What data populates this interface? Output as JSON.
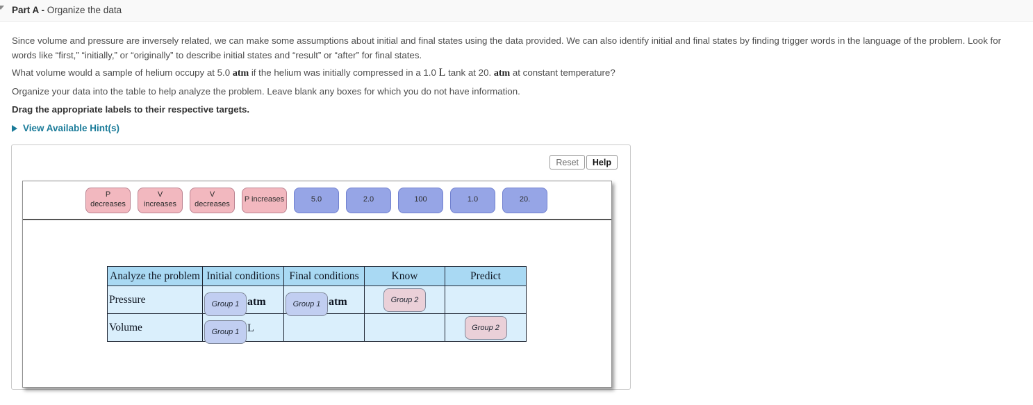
{
  "header": {
    "part_label": "Part A - ",
    "part_title": "Organize the data"
  },
  "intro": {
    "paragraph1": "Since volume and pressure are inversely related, we can make some assumptions about initial and final states using the data provided. We can also identify initial and final states by finding trigger words in the language of the problem.  Look for words like “first,” “initially,” or “originally” to describe initial states and “result” or “after” for final states.",
    "paragraph2": "Organize your data into the table to help analyze the problem. Leave blank any boxes for which you do not have information.",
    "drag_instruction": "Drag the appropriate labels to their respective targets."
  },
  "question": {
    "seg0": "What volume would a sample of helium occupy at 5.0 ",
    "unit1": "atm",
    "seg1": " if the helium was initially compressed in a 1.0 ",
    "unit2": "L",
    "seg2": " tank at 20. ",
    "unit3": "atm",
    "seg3": " at constant temperature?"
  },
  "hint": {
    "label": "View Available Hint(s)"
  },
  "activity": {
    "reset_label": "Reset",
    "help_label": "Help",
    "tray_labels": [
      {
        "line1": "P",
        "line2": "decreases",
        "kind": "pink"
      },
      {
        "line1": "V",
        "line2": "increases",
        "kind": "pink"
      },
      {
        "line1": "V",
        "line2": "decreases",
        "kind": "pink"
      },
      {
        "line1": "P increases",
        "kind": "pink"
      },
      {
        "line1": "5.0",
        "kind": "blue"
      },
      {
        "line1": "2.0",
        "kind": "blue"
      },
      {
        "line1": "100",
        "kind": "blue"
      },
      {
        "line1": "1.0",
        "kind": "blue"
      },
      {
        "line1": "20.",
        "kind": "blue"
      }
    ],
    "table": {
      "headers": [
        "Analyze the problem",
        "Initial conditions",
        "Final conditions",
        "Know",
        "Predict"
      ],
      "rows": [
        {
          "label": "Pressure",
          "initial_target": "Group 1",
          "initial_unit": "atm",
          "final_target": "Group 1",
          "final_unit": "atm",
          "know_target": "Group 2",
          "predict_target": ""
        },
        {
          "label": "Volume",
          "initial_target": "Group 1",
          "initial_unit": "L",
          "final_target": "",
          "know_target": "",
          "predict_target": "Group 2"
        }
      ]
    }
  },
  "colors": {
    "chip_pink": "#f2b8bf",
    "chip_pink_border": "#bb8290",
    "chip_blue": "#96a5e6",
    "chip_blue_border": "#7080cf",
    "group1_fill": "#c1cef1",
    "group2_fill": "#ead0d8",
    "target_border": "#80889a",
    "table_header_bg": "#a9d9f3",
    "table_cell_bg": "#daeffc",
    "table_border": "#1f2633",
    "hint_link": "#1a7b99"
  }
}
